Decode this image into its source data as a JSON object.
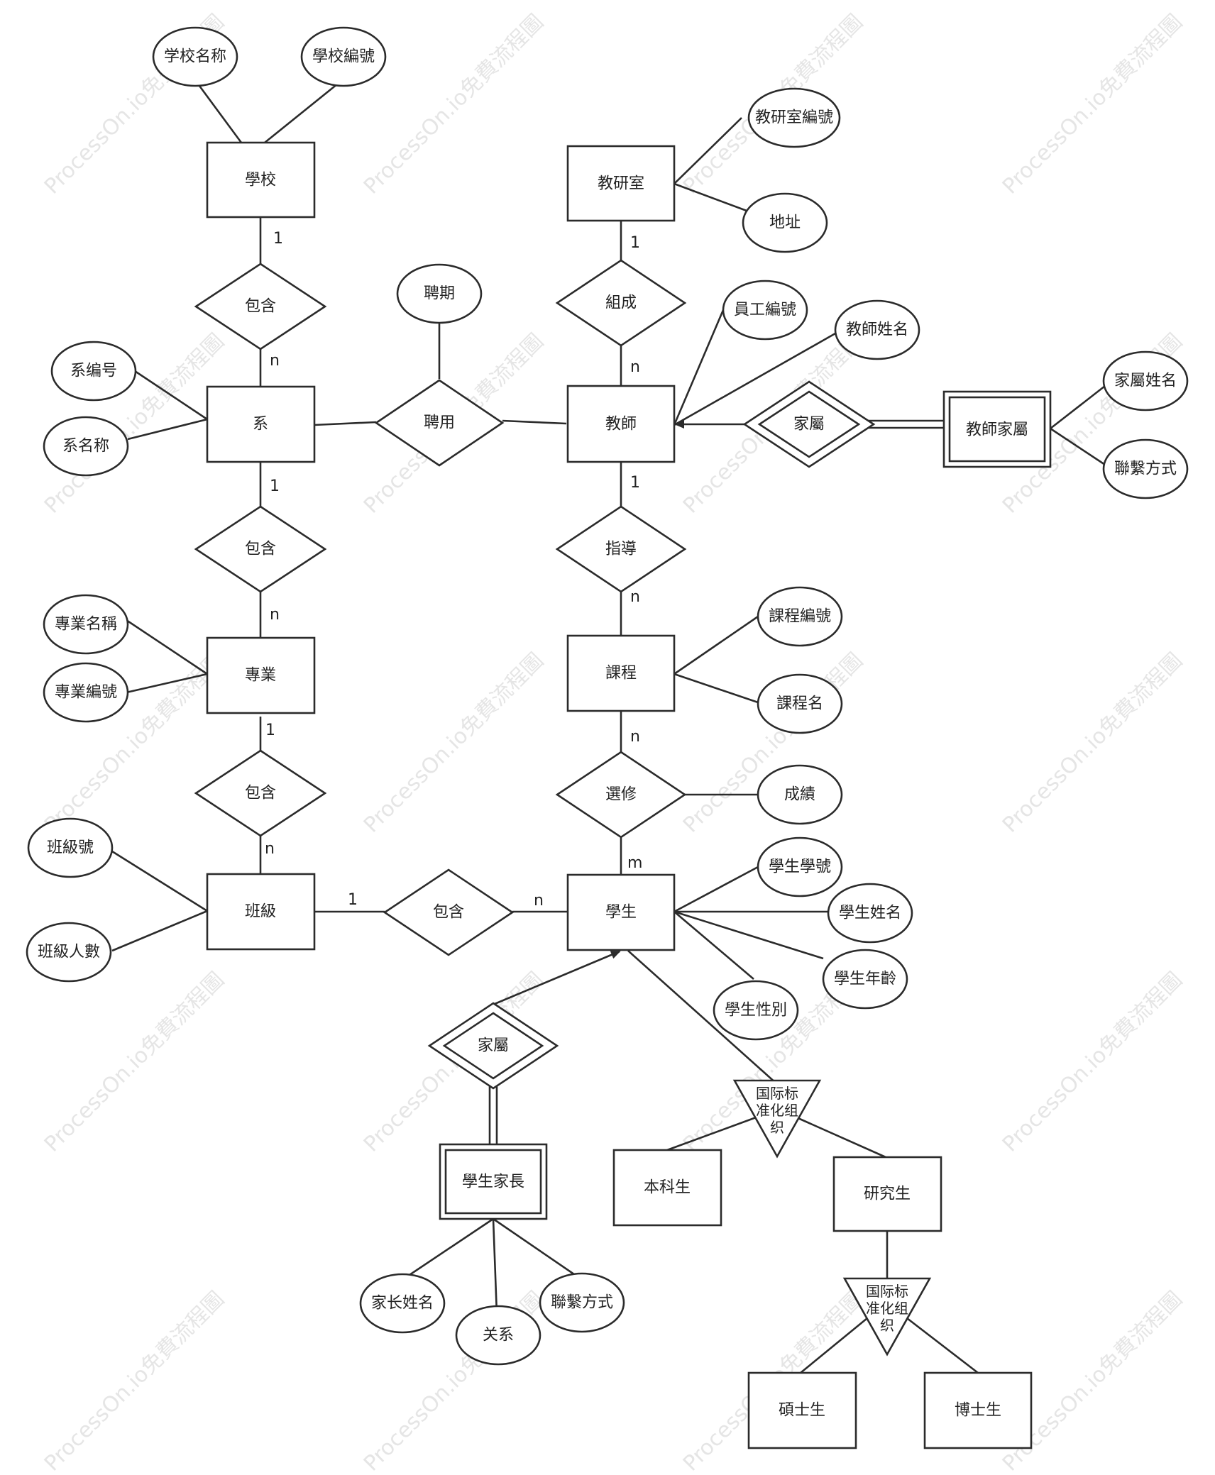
{
  "watermark": "ProcessOn.io免費流程圖",
  "entities": {
    "school": "學校",
    "dept": "系",
    "major": "專業",
    "class": "班級",
    "lab": "教研室",
    "teacher": "教師",
    "teacher_family": "教師家屬",
    "course": "課程",
    "student": "學生",
    "parent": "學生家長",
    "undergrad": "本科生",
    "grad": "研究生",
    "master": "碩士生",
    "phd": "博士生"
  },
  "relationships": {
    "school_dept": "包含",
    "dept_major": "包含",
    "major_class": "包含",
    "class_student": "包含",
    "hire": "聘用",
    "compose": "組成",
    "guide": "指導",
    "elective": "選修",
    "teacher_family": "家屬",
    "student_family": "家屬"
  },
  "attributes": {
    "school_name": "学校名称",
    "school_no": "學校編號",
    "dept_no": "系编号",
    "dept_name": "系名称",
    "term": "聘期",
    "lab_no": "教研室編號",
    "lab_addr": "地址",
    "emp_no": "員工編號",
    "teacher_name": "教師姓名",
    "family_name": "家屬姓名",
    "family_contact": "聯繫方式",
    "major_name": "專業名稱",
    "major_no": "專業編號",
    "course_no": "課程編號",
    "course_name": "課程名",
    "grade": "成績",
    "class_no": "班級號",
    "class_size": "班級人數",
    "stu_no": "學生學號",
    "stu_name": "學生姓名",
    "stu_age": "學生年齡",
    "stu_gender": "學生性別",
    "parent_name": "家长姓名",
    "relation": "关系",
    "parent_contact": "聯繫方式"
  },
  "isa": {
    "student": [
      "国际标",
      "准化组",
      "织"
    ],
    "grad": [
      "国际标",
      "准化组",
      "织"
    ]
  },
  "cardinality": {
    "school_side": "1",
    "dept_side_school": "n",
    "dept_side_major": "1",
    "major_side_dept": "n",
    "major_side_class": "1",
    "class_side_major": "n",
    "class_side_student": "1",
    "student_side_class": "n",
    "lab_side": "1",
    "teacher_side_lab": "n",
    "teacher_side_course": "1",
    "course_side_teacher": "n",
    "course_side_student": "n",
    "student_side_course": "m"
  }
}
